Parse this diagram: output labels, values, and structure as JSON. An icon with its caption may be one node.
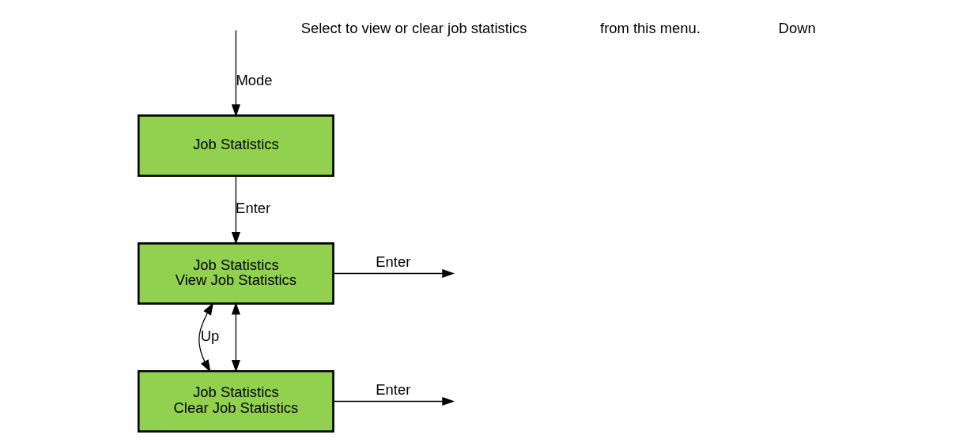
{
  "diagram": {
    "nodes": [
      {
        "text": [
          "Job Statistics"
        ]
      },
      {
        "text": [
          "Job Statistics",
          "View Job Statistics"
        ]
      },
      {
        "text": [
          "Job Statistics",
          "Clear Job Statistics"
        ]
      }
    ],
    "edges": [
      {
        "from": null,
        "to": 0,
        "arrow": "to",
        "label": "Mode"
      },
      {
        "from": 0,
        "to": 1,
        "arrow": "to",
        "label": "Enter"
      },
      {
        "from": 1,
        "to": null,
        "arrow": "to",
        "label": "Enter"
      },
      {
        "from": 1,
        "to": 2,
        "arrow": "both",
        "label": "Up"
      },
      {
        "from": 1,
        "to": 2,
        "arrow": "both"
      },
      {
        "from": 2,
        "to": null,
        "arrow": "to",
        "label": "Enter"
      }
    ],
    "labels": [
      "Select to view or clear job statistics",
      "from this menu.",
      "Down"
    ]
  }
}
